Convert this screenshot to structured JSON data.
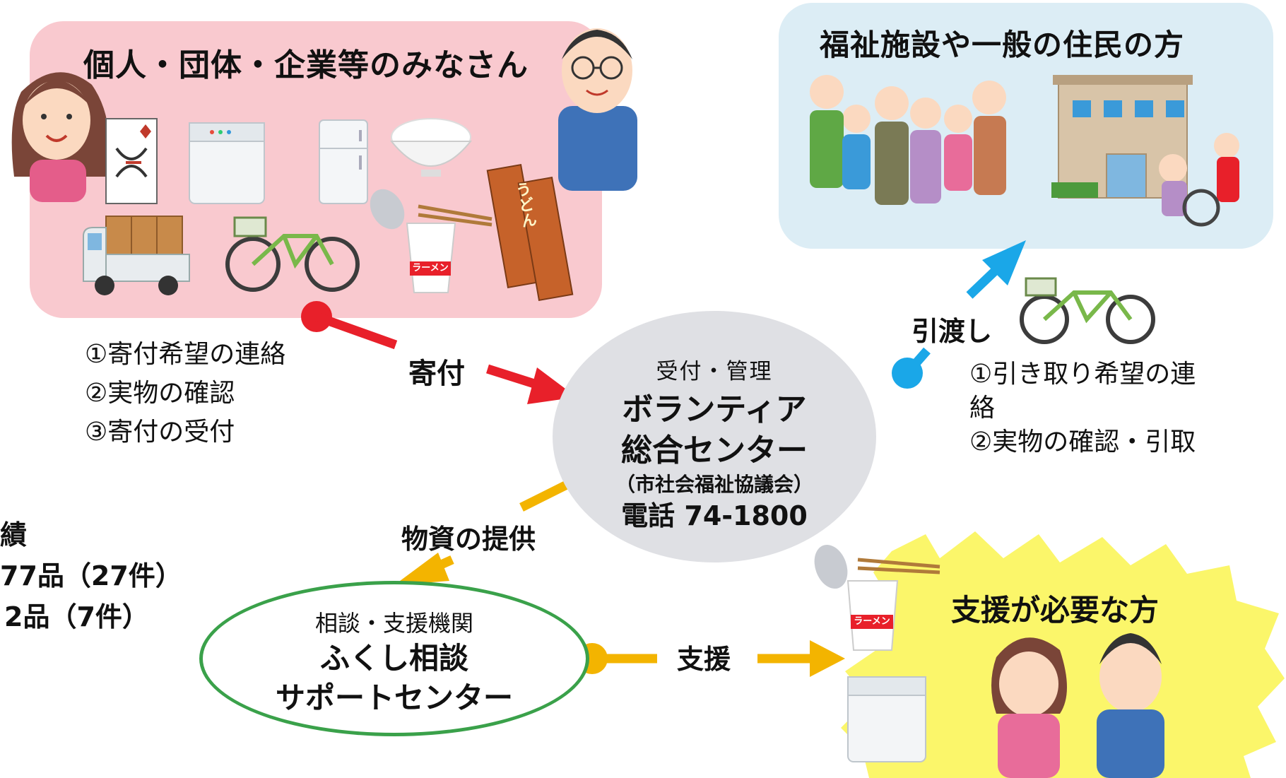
{
  "donors": {
    "title": "個人・団体・企業等のみなさん",
    "steps": [
      "①寄付希望の連絡",
      "②実物の確認",
      "③寄付の受付"
    ]
  },
  "recipients": {
    "title": "福祉施設や一般の住民の方",
    "steps": [
      "①引き取り希望の連",
      "絡",
      "②実物の確認・引取"
    ]
  },
  "arrows": {
    "donation": "寄付",
    "handover": "引渡し",
    "supply": "物資の提供",
    "support": "支援"
  },
  "center": {
    "sub": "受付・管理",
    "name_line1": "ボランティア",
    "name_line2": "総合センター",
    "org": "（市社会福祉協議会）",
    "phone": "電話 74-1800"
  },
  "consult": {
    "sub": "相談・支援機関",
    "name_line1": "ふくし相談",
    "name_line2": "サポートセンター"
  },
  "needy": {
    "title": "支援が必要な方"
  },
  "results_partial": [
    "績",
    "77品（27件）",
    "2品（7件）"
  ],
  "item_labels": {
    "udon": "うどん",
    "ramen": "ラーメン"
  },
  "colors": {
    "donor_panel": "#f9c9cf",
    "recipient_panel": "#dcedf5",
    "donation_arrow": "#e8202a",
    "handover_arrow": "#1aa7e8",
    "supply_arrow": "#f3b400",
    "consult_border": "#3aa14a",
    "needy_burst": "#fbf66a"
  }
}
